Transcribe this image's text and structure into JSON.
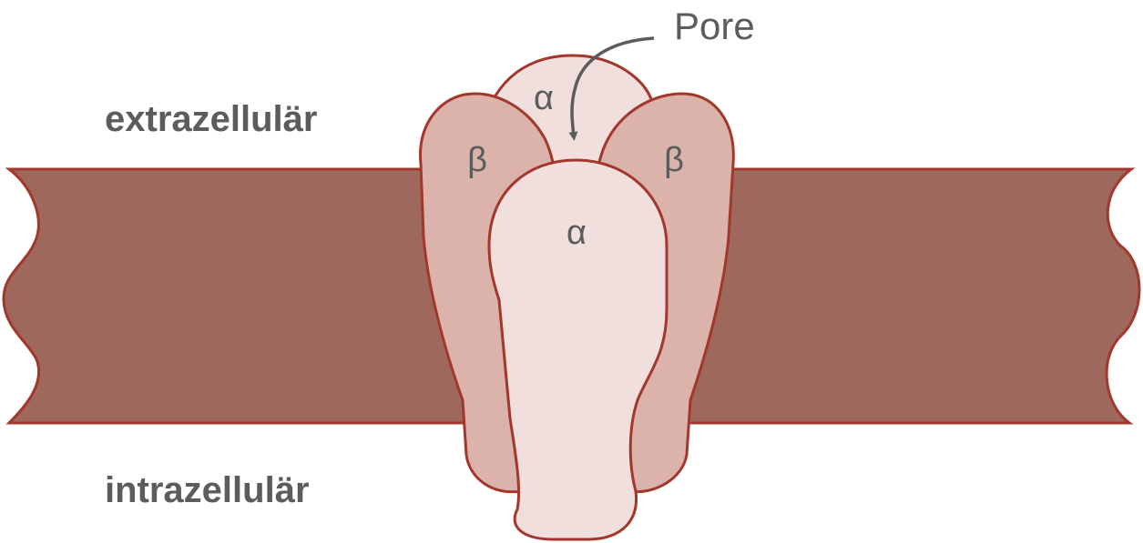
{
  "labels": {
    "extracellular": "extrazellulär",
    "intracellular": "intrazellulär",
    "pore": "Pore"
  },
  "subunits": {
    "alpha_back": "α",
    "beta_left": "β",
    "beta_right": "β",
    "alpha_front": "α"
  },
  "colors": {
    "membrane_fill": "#9e695c",
    "outline": "#a2372b",
    "beta_fill": "#dbb3ab",
    "alpha_fill": "#f0dfdd",
    "label_text": "#5c5c5c",
    "arrow": "#5c5c5c"
  }
}
